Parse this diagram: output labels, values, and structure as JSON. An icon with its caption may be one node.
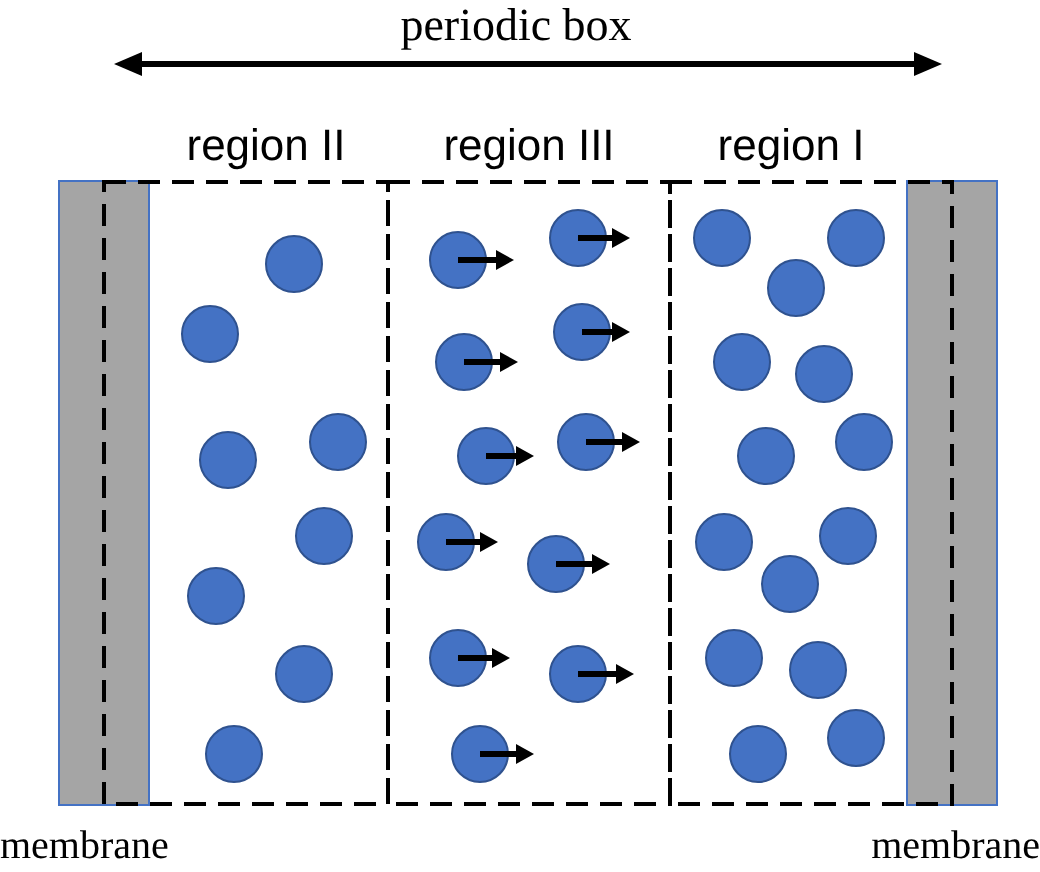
{
  "diagram": {
    "nodes": [
      {
        "text": [],
        "shape": "bar",
        "beside": [
          "membrane"
        ]
      },
      {
        "text": [
          "region II"
        ]
      },
      {
        "text": [
          "region III"
        ]
      },
      {
        "text": [
          "region I"
        ]
      },
      {
        "text": [],
        "shape": "bar",
        "beside": [
          "membrane"
        ]
      }
    ],
    "labels": [
      "periodic box"
    ]
  }
}
